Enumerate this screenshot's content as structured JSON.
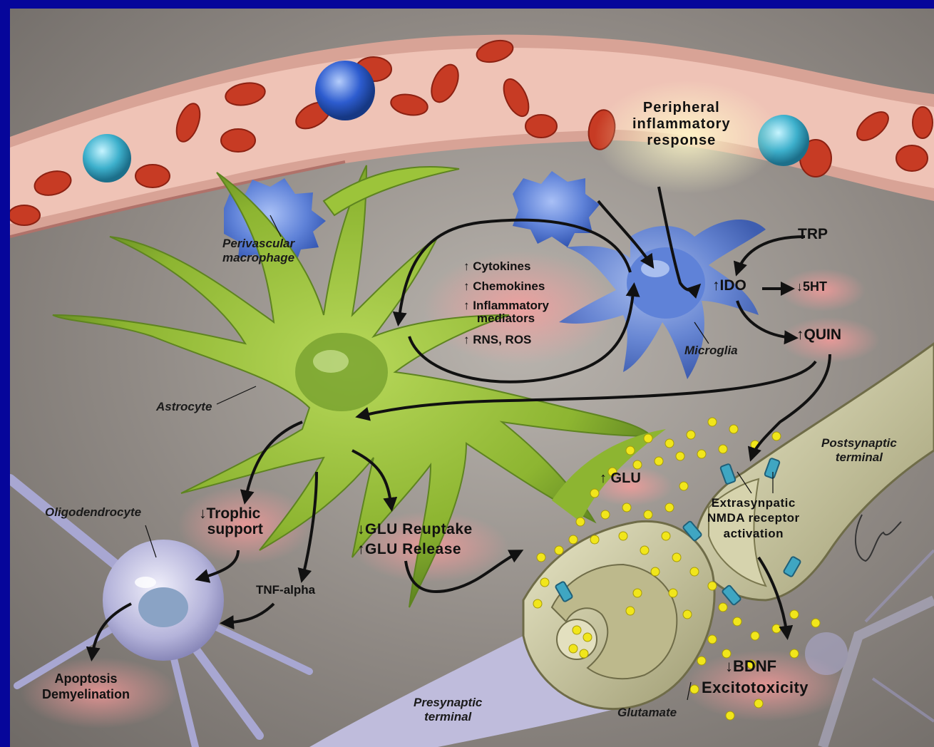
{
  "labels": {
    "peripheral": "Peripheral\ninflammatory\nresponse",
    "perivascular": "Perivascular\nmacrophage",
    "cytokines": "↑ Cytokines",
    "chemokines": "↑ Chemokines",
    "inflammatory": "↑ Inflammatory\n    mediators",
    "rns": "↑ RNS, ROS",
    "trp": "TRP",
    "ido": "↑IDO",
    "five_ht": "↓5HT",
    "quin": "↑QUIN",
    "microglia": "Microglia",
    "astrocyte": "Astrocyte",
    "oligodendrocyte": "Oligodendrocyte",
    "trophic": "↓Trophic\n  support",
    "glu_reuptake": "↓GLU Reuptake",
    "glu_release": "↑GLU Release",
    "glu": "↑ GLU",
    "tnf": "TNF-alpha",
    "extrasynaptic": "Extrasynpatic\nNMDA receptor\nactivation",
    "postsynaptic": "Postsynaptic\nterminal",
    "presynaptic": "Presynaptic\nterminal",
    "glutamate": "Glutamate",
    "bdnf": "↓BDNF",
    "excitotoxicity": "Excitotoxicity",
    "apoptosis": "Apoptosis\nDemyelination"
  },
  "colors": {
    "frame": "#06069a",
    "vessel": "#e9b7ab",
    "rbc": "#c93a22",
    "astrocyte": "#9cc43a",
    "microglia": "#5c7fd6",
    "oligodendrocyte": "#b9b8dc",
    "synapse": "#c9c6a0",
    "glutamate": "#f1e61b"
  }
}
